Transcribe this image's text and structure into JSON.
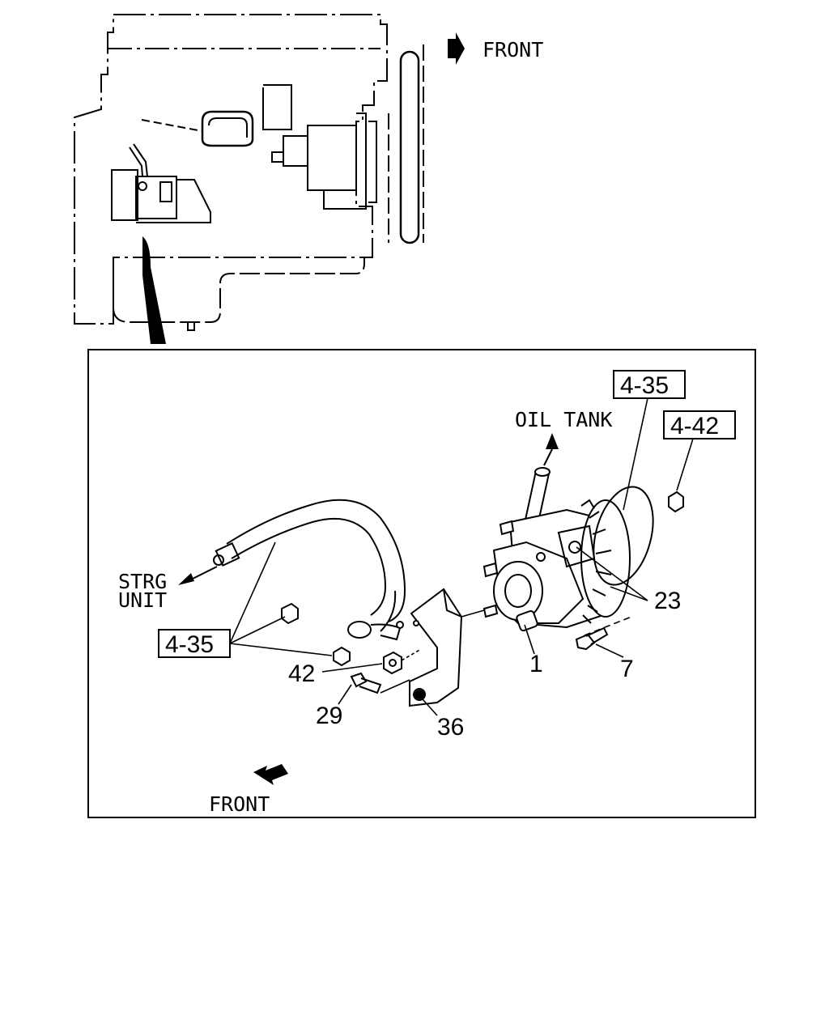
{
  "top_view": {
    "front_label": "FRONT"
  },
  "detail": {
    "front_label": "FRONT",
    "oil_tank_label": "OIL TANK",
    "strg_unit_label_line1": "STRG",
    "strg_unit_label_line2": "UNIT",
    "ref_boxes": {
      "upper_left_435": "4-35",
      "upper_right_442": "4-42",
      "lower_left_435": "4-35"
    },
    "callouts": {
      "pump": "1",
      "bolt": "7",
      "gear": "23",
      "stud_bolt": "29",
      "bracket_nut": "36",
      "nut": "42"
    }
  }
}
